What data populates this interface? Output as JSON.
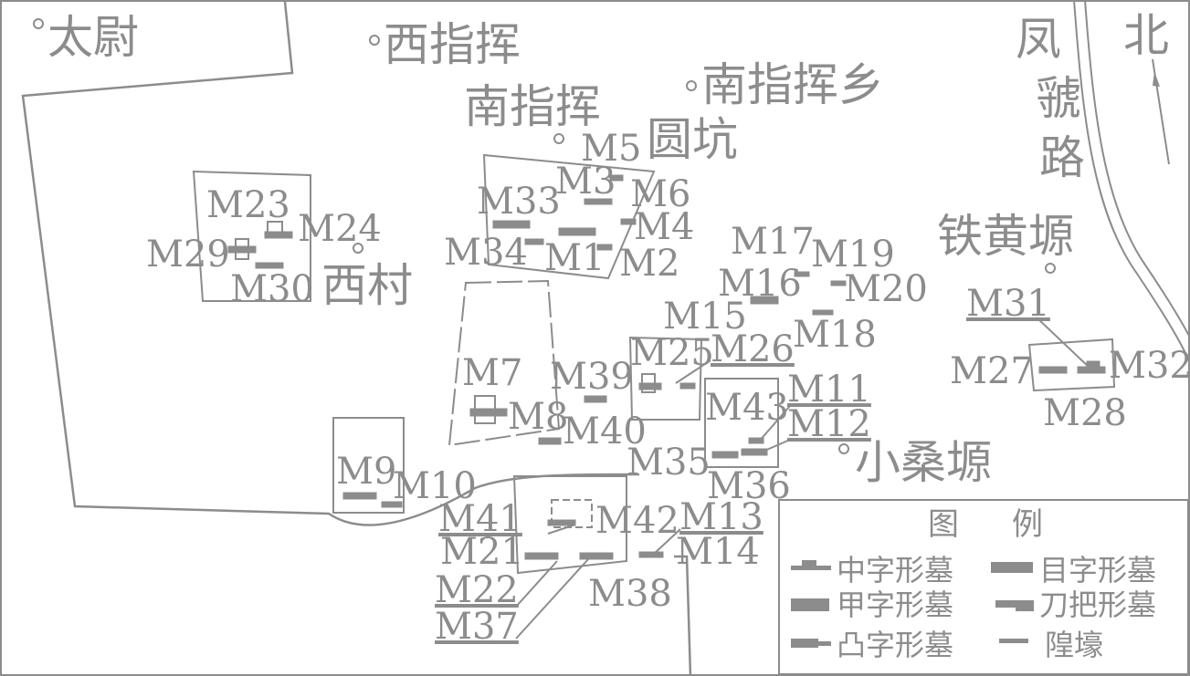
{
  "places": {
    "taiwei": "太尉",
    "xizhihui": "西指挥",
    "nanzhihui": "南指挥",
    "nanzhihuixiang": "南指挥乡",
    "yuankeng": "圆坑",
    "xicun": "西村",
    "tiehuangyuan": "铁黄塬",
    "xiaosangyuan": "小桑塬",
    "fenghaolu_1": "凤",
    "fenghaolu_2": "虢",
    "fenghaolu_3": "路",
    "north": "北"
  },
  "tombs": {
    "M1": "M1",
    "M2": "M2",
    "M3": "M3",
    "M4": "M4",
    "M5": "M5",
    "M6": "M6",
    "M7": "M7",
    "M8": "M8",
    "M9": "M9",
    "M10": "M10",
    "M11": "M11",
    "M12": "M12",
    "M13": "M13",
    "M14": "M14",
    "M15": "M15",
    "M16": "M16",
    "M17": "M17",
    "M18": "M18",
    "M19": "M19",
    "M20": "M20",
    "M21": "M21",
    "M22": "M22",
    "M23": "M23",
    "M24": "M24",
    "M25": "M25",
    "M26": "M26",
    "M27": "M27",
    "M28": "M28",
    "M29": "M29",
    "M30": "M30",
    "M31": "M31",
    "M32": "M32",
    "M33": "M33",
    "M34": "M34",
    "M35": "M35",
    "M36": "M36",
    "M37": "M37",
    "M38": "M38",
    "M39": "M39",
    "M40": "M40",
    "M41": "M41",
    "M42": "M42",
    "M43": "M43"
  },
  "legend": {
    "title_1": "图",
    "title_2": "例",
    "items": [
      "中字形墓",
      "目字形墓",
      "甲字形墓",
      "刀把形墓",
      "凸字形墓",
      "隍壕"
    ]
  },
  "colors": {
    "ink": "#8c8c8c",
    "background": "#ffffff"
  }
}
